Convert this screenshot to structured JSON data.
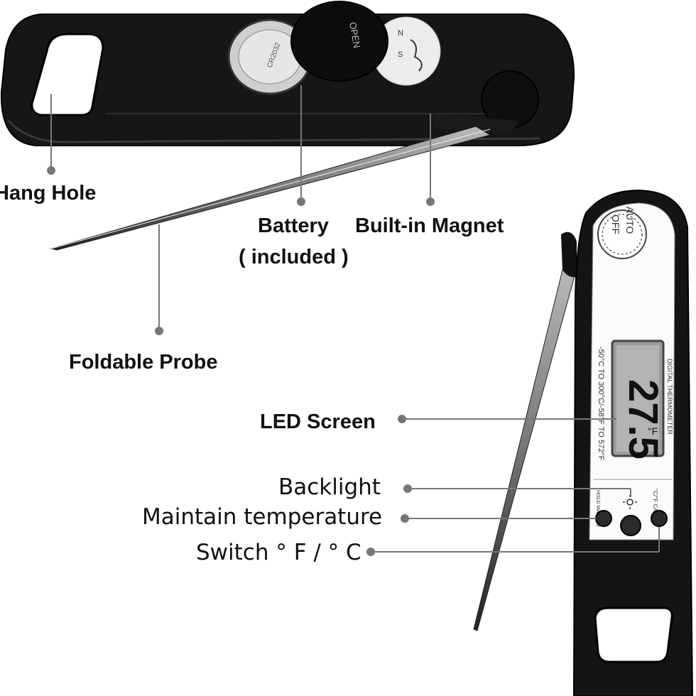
{
  "callouts": {
    "hang_hole": "Hang Hole",
    "battery": "Battery",
    "battery_note": "( included )",
    "magnet": "Built-in Magnet",
    "probe": "Foldable Probe",
    "screen": "LED Screen",
    "backlight": "Backlight",
    "maintain": "Maintain temperature",
    "switch_unit": "Switch °  F / °  C"
  },
  "device": {
    "auto_off_top": "AUTO",
    "auto_off_bottom": "OFF",
    "lcd_reading": "27.5",
    "lcd_unit": "°F",
    "brand_text": "DIGITAL THERMOMETER",
    "range_text": "-50°C TO 300°C/-58°F TO 572°F",
    "hold_label": "HOLD MAX MIN",
    "unit_cal_label": "°C/°F CAL",
    "battery_cap_text": "OPEN",
    "battery_cell_text": "CR2032"
  }
}
